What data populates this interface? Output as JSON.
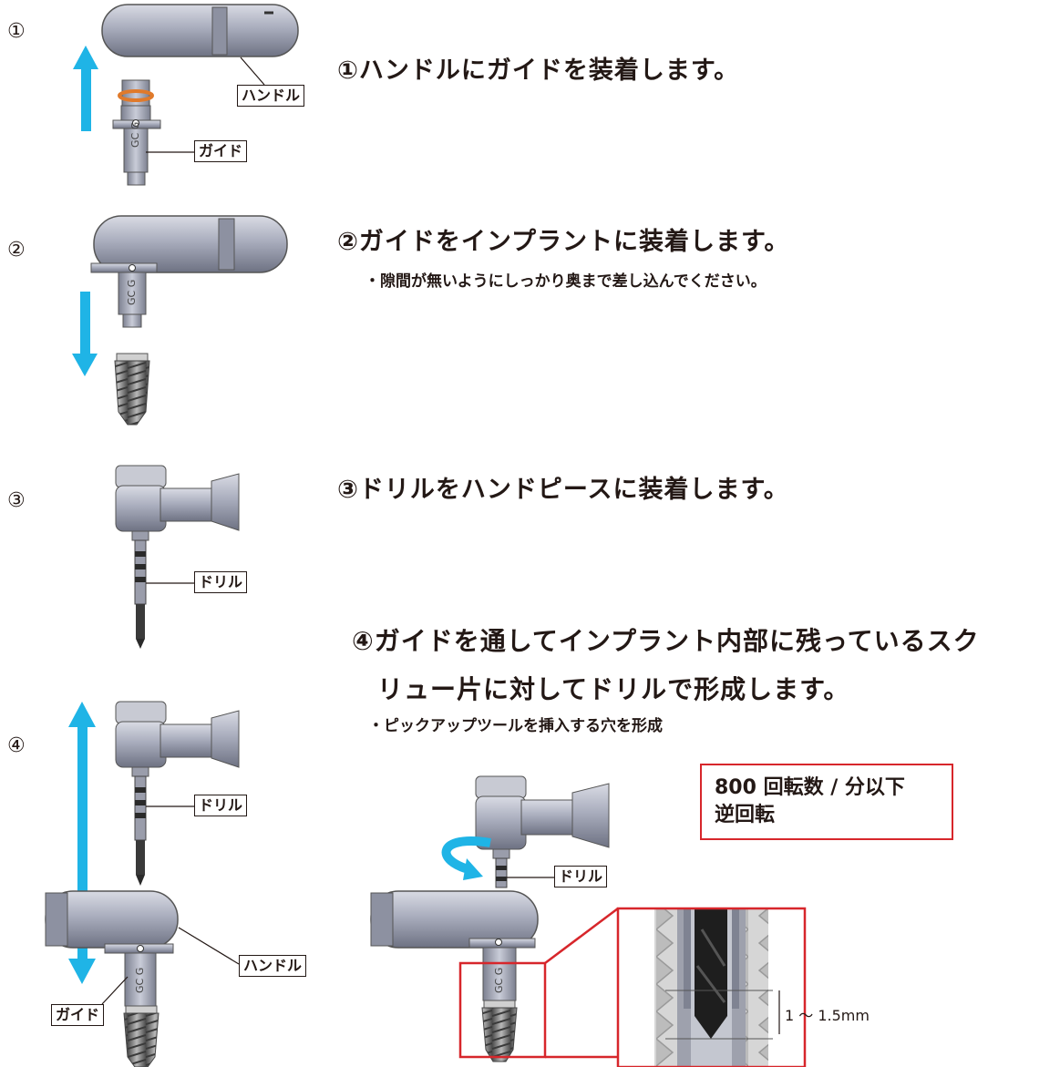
{
  "steps": [
    {
      "number": "①",
      "heading": "①ハンドルにガイドを装着します。",
      "note": ""
    },
    {
      "number": "②",
      "heading": "②ガイドをインプラントに装着します。",
      "note": "・隙間が無いようにしっかり奥まで差し込んでください。"
    },
    {
      "number": "③",
      "heading": "③ドリルをハンドピースに装着します。",
      "note": ""
    },
    {
      "number": "④",
      "heading_line1": "④ガイドを通してインプラント内部に残っているスク",
      "heading_line2": "リュー片に対してドリルで形成します。",
      "note": "・ピックアップツールを挿入する穴を形成"
    }
  ],
  "labels": {
    "handle": "ハンドル",
    "guide": "ガイド",
    "drill": "ドリル",
    "guide_marking": "GC G"
  },
  "spec_box": {
    "line1": "800 回転数 / 分以下",
    "line2": "逆回転"
  },
  "dimension": "1 〜 1.5mm",
  "colors": {
    "arrow": "#1fb4e6",
    "highlight": "#d7262b",
    "metal": "#a7abbb",
    "metal_dark": "#6b6f7e",
    "thread": "#bdbdbd"
  }
}
